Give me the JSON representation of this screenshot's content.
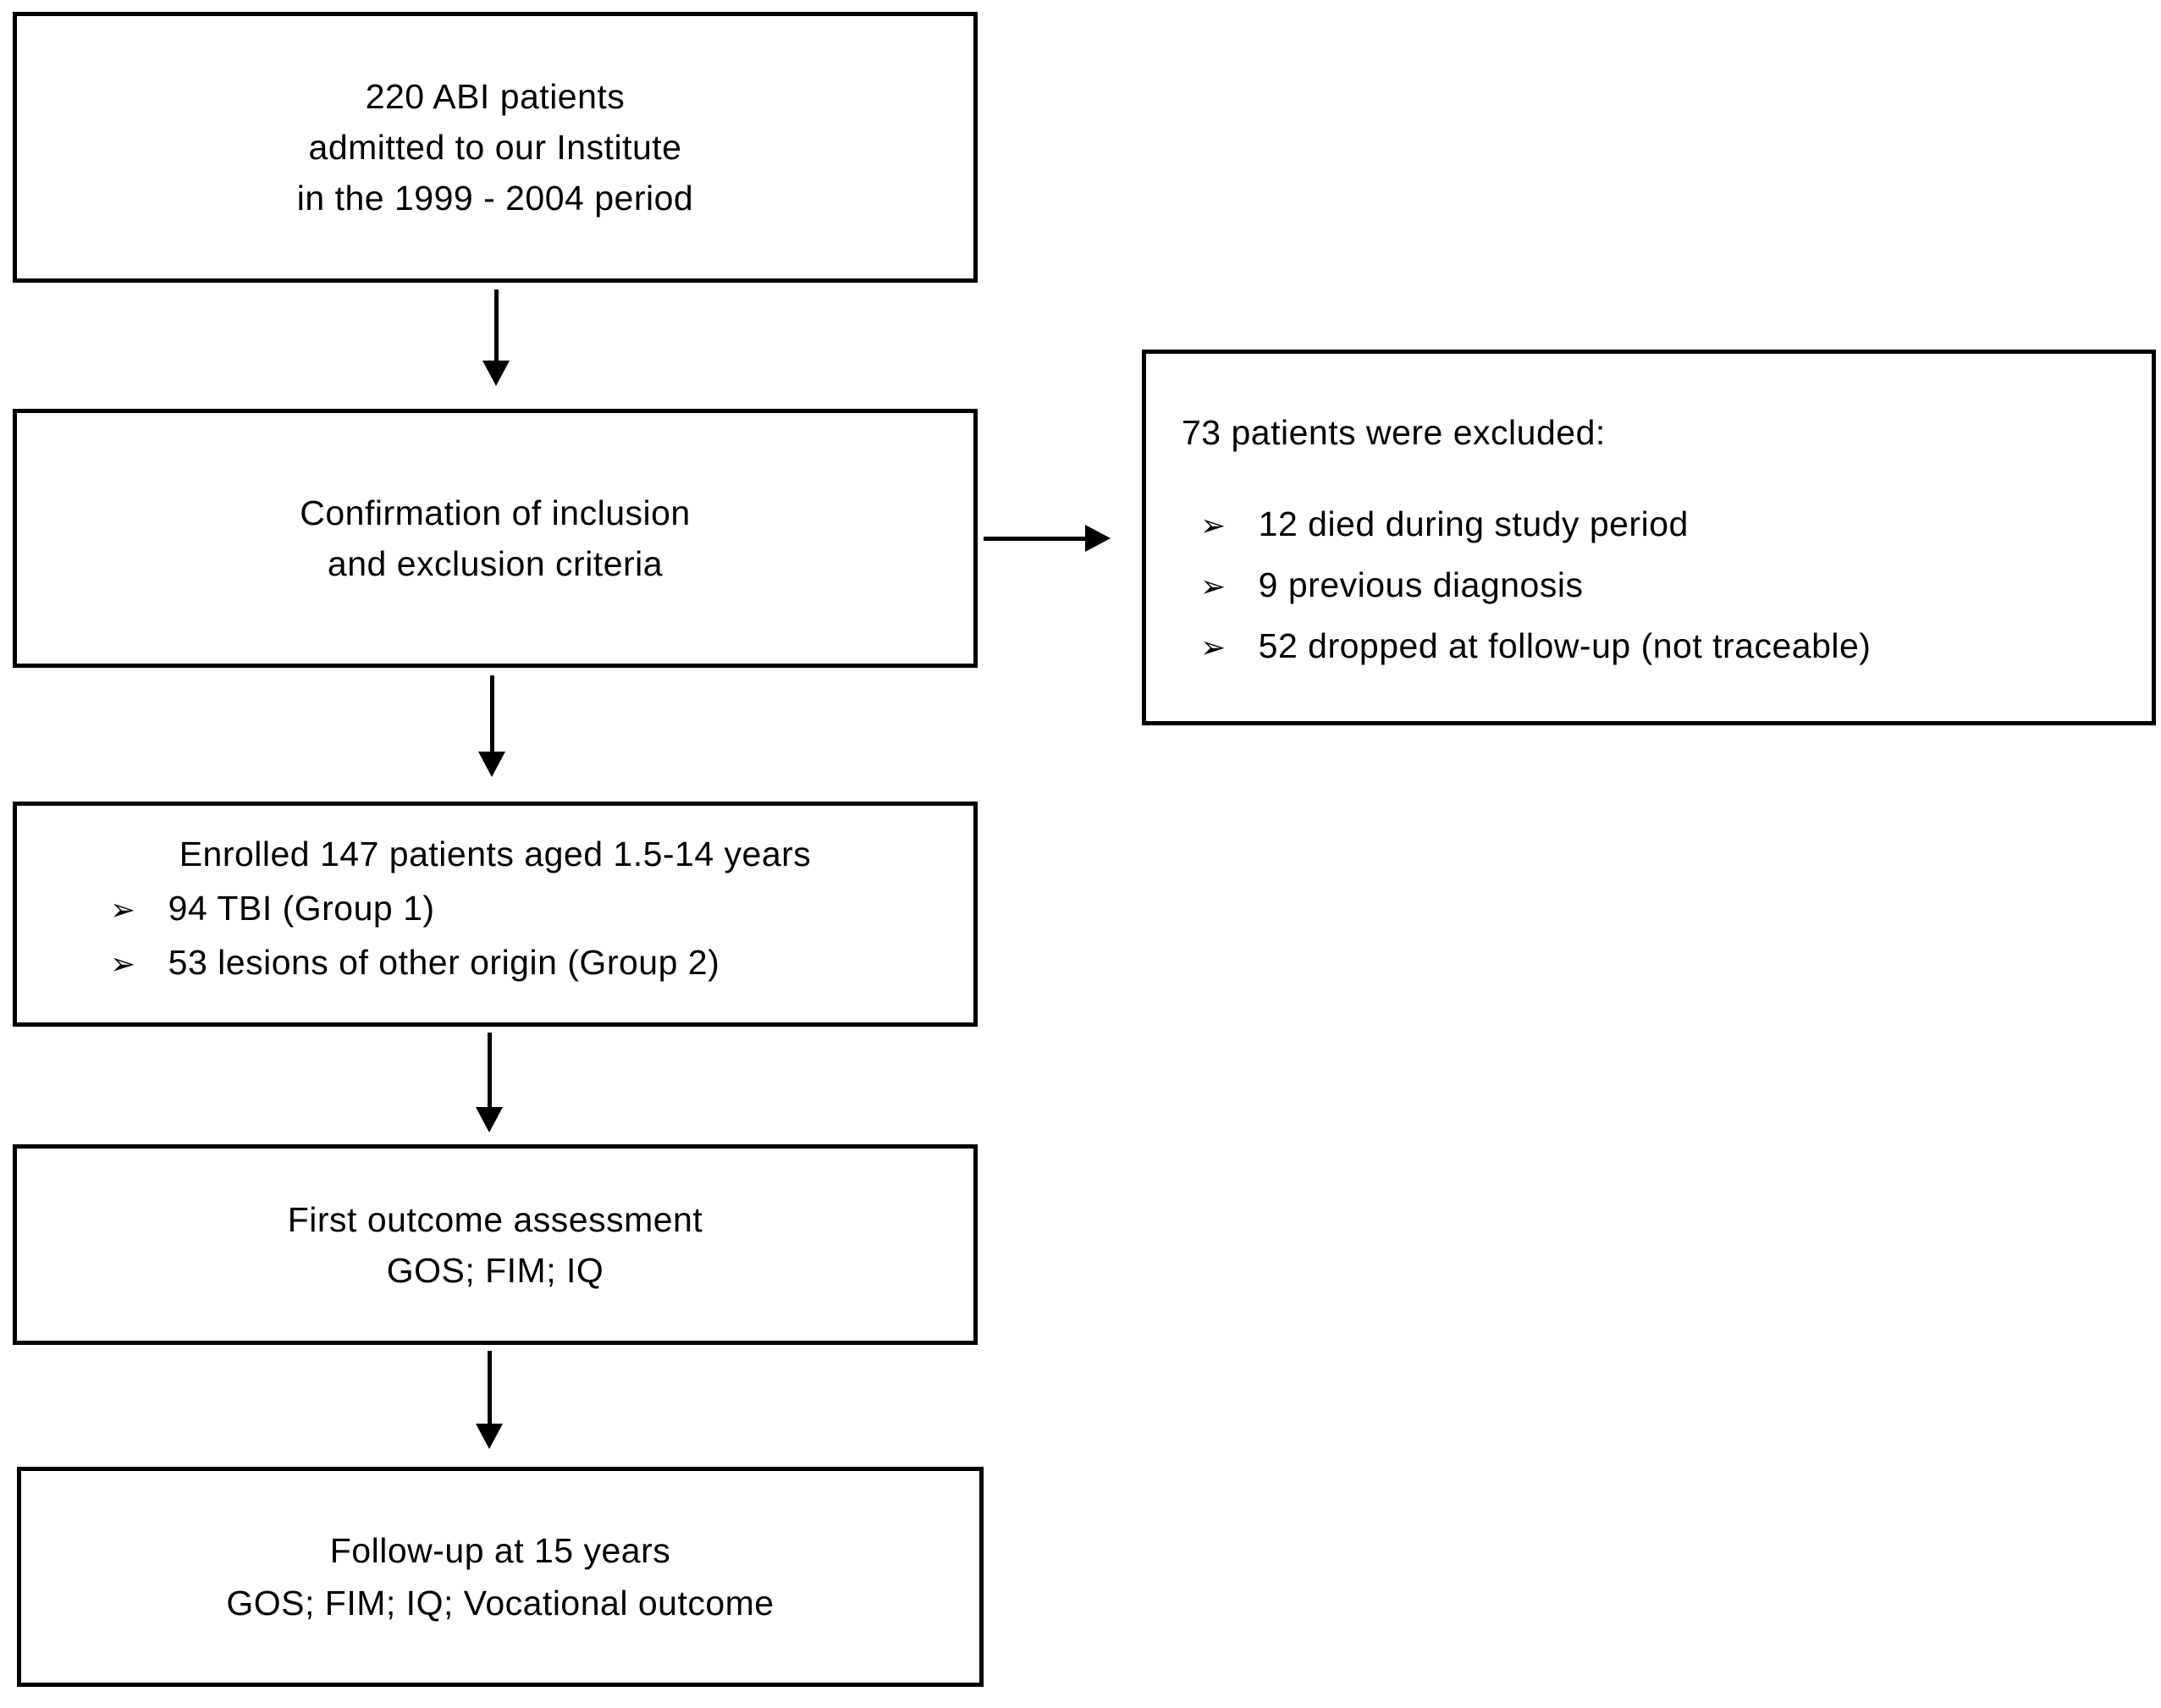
{
  "diagram": {
    "type": "flowchart",
    "background": "#ffffff",
    "ink_color": "#000000",
    "bullet_char": "➢",
    "box_admitted": {
      "lines": [
        "220 ABI patients",
        "admitted to our Institute",
        "in the 1999 - 2004 period"
      ]
    },
    "box_criteria": {
      "lines": [
        "Confirmation of inclusion",
        "and exclusion criteria"
      ]
    },
    "box_excluded": {
      "title": "73 patients were excluded:",
      "items": [
        "12 died during study period",
        "9 previous diagnosis",
        "52 dropped at follow-up (not traceable)"
      ]
    },
    "box_enrolled": {
      "title": "Enrolled 147 patients aged 1.5-14 years",
      "items": [
        "94 TBI (Group 1)",
        "53 lesions of other origin (Group 2)"
      ]
    },
    "box_first_outcome": {
      "lines": [
        "First outcome assessment",
        "GOS; FIM; IQ"
      ]
    },
    "box_followup": {
      "lines": [
        "Follow-up at 15 years",
        "GOS; FIM; IQ; Vocational outcome"
      ]
    }
  }
}
